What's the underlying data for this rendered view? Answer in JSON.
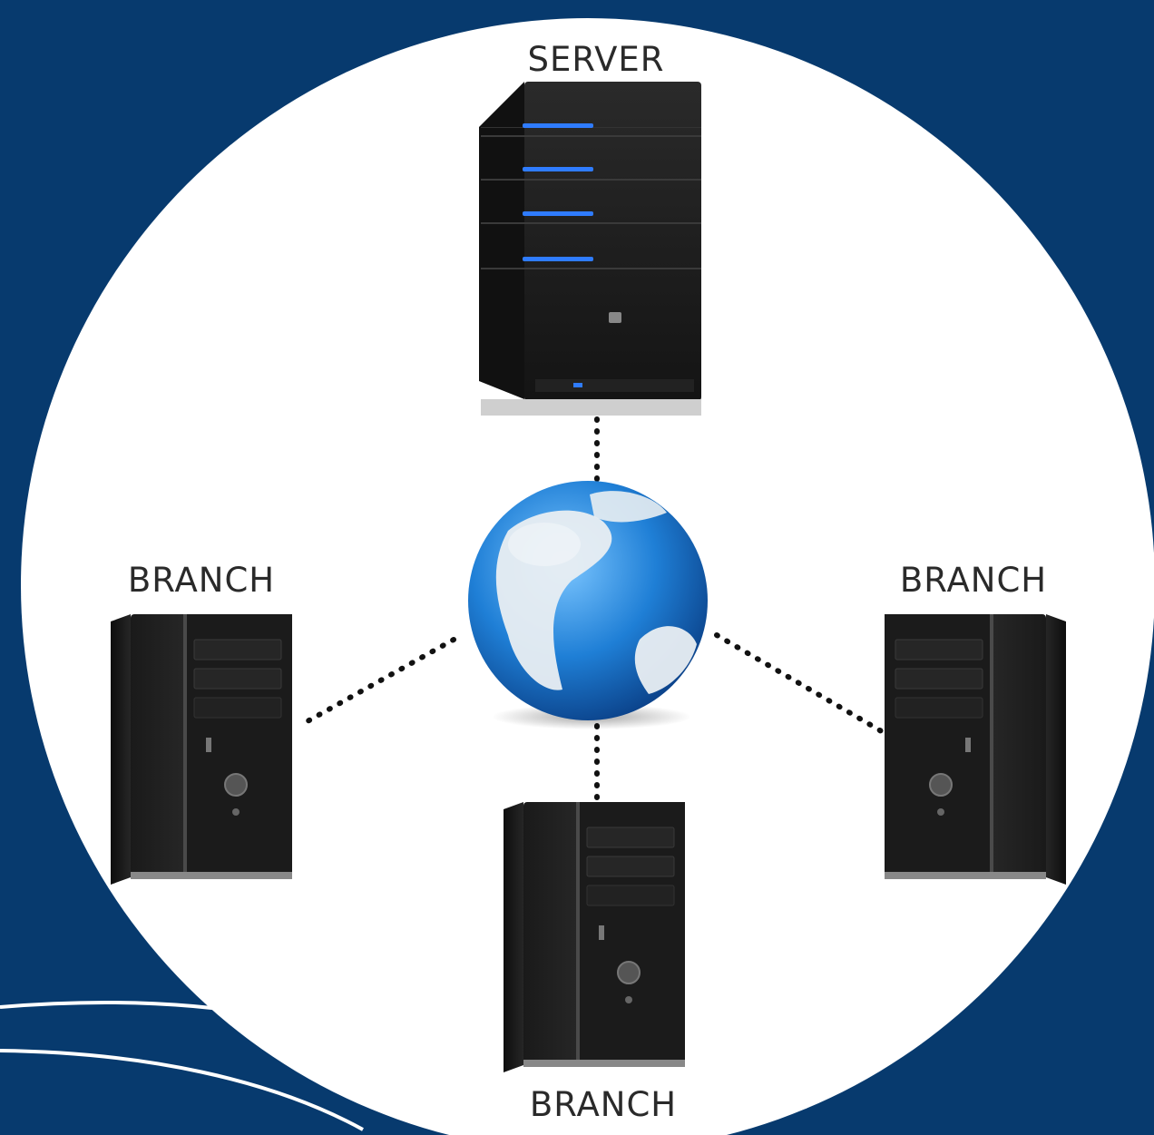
{
  "colors": {
    "background": "#073a6e",
    "circle": "#ffffff",
    "led": "#2f7cff",
    "connector": "#111111"
  },
  "nodes": {
    "server": {
      "label": "SERVER",
      "icon": "server-tower-icon"
    },
    "network": {
      "icon": "globe-icon"
    },
    "branch_left": {
      "label": "BRANCH",
      "icon": "desktop-tower-icon"
    },
    "branch_bottom": {
      "label": "BRANCH",
      "icon": "desktop-tower-icon"
    },
    "branch_right": {
      "label": "BRANCH",
      "icon": "desktop-tower-icon"
    }
  }
}
